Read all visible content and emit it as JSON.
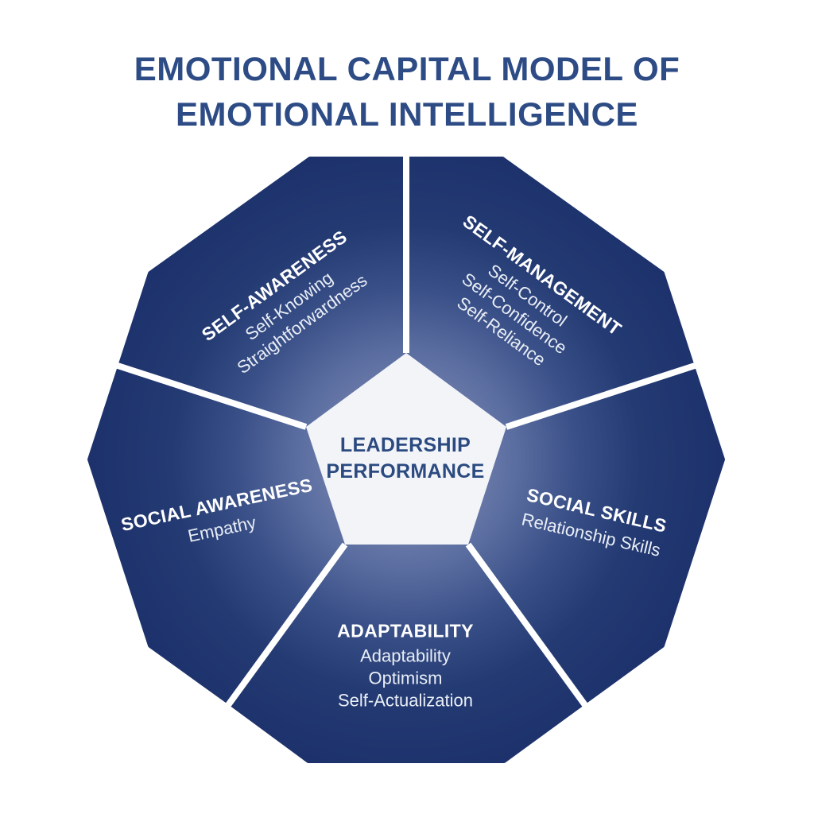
{
  "title": {
    "line1": "EMOTIONAL CAPITAL MODEL OF",
    "line2": "EMOTIONAL INTELLIGENCE"
  },
  "center": {
    "line1": "LEADERSHIP",
    "line2": "PERFORMANCE"
  },
  "segments": [
    {
      "id": "self-awareness",
      "heading": "SELF-AWARENESS",
      "items": [
        "Self-Knowing",
        "Straightforwardness"
      ]
    },
    {
      "id": "self-management",
      "heading": "SELF-MANAGEMENT",
      "items": [
        "Self-Control",
        "Self-Confidence",
        "Self-Reliance"
      ]
    },
    {
      "id": "social-skills",
      "heading": "SOCIAL SKILLS",
      "items": [
        "Relationship Skills"
      ]
    },
    {
      "id": "adaptability",
      "heading": "ADAPTABILITY",
      "items": [
        "Adaptability",
        "Optimism",
        "Self-Actualization"
      ]
    },
    {
      "id": "social-awareness",
      "heading": "SOCIAL AWARENESS",
      "items": [
        "Empathy"
      ]
    }
  ],
  "colors": {
    "background": "#ffffff",
    "title_text": "#2d4b85",
    "center_text": "#2b4a80",
    "segment_text": "#ffffff",
    "segment_subtext": "#e9eef6",
    "pentagon_fill": "#f2f4f8",
    "divider": "#ffffff",
    "grad_glow": "#8694bd",
    "grad_light": "#6e7dab",
    "grad_inner": "#5a6da0",
    "grad_mid": "#3a5088",
    "grad_deep": "#243a73",
    "grad_dark": "#1c316b"
  }
}
